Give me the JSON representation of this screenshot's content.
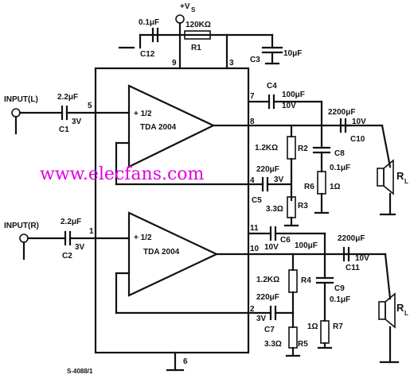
{
  "supply": {
    "label": "+V",
    "sub": "S"
  },
  "components": {
    "c12": {
      "ref": "C12",
      "value": "0.1μF"
    },
    "r1": {
      "ref": "R1",
      "value": "120KΩ"
    },
    "c3": {
      "ref": "C3",
      "value": "10μF"
    },
    "c1": {
      "ref": "C1",
      "value": "2.2μF",
      "voltage": "3V"
    },
    "c2": {
      "ref": "C2",
      "value": "2.2μF",
      "voltage": "3V"
    },
    "c4": {
      "ref": "C4",
      "value": "100μF",
      "voltage": "10V"
    },
    "c10": {
      "ref": "C10",
      "value": "2200μF",
      "voltage": "10V"
    },
    "c8": {
      "ref": "C8",
      "value": "0.1μF"
    },
    "r6": {
      "ref": "R6",
      "value": "1Ω"
    },
    "r2": {
      "ref": "R2",
      "value": "1.2KΩ"
    },
    "c5": {
      "ref": "C5",
      "value": "220μF",
      "voltage": "3V"
    },
    "r3": {
      "ref": "R3",
      "value": "3.3Ω"
    },
    "c6": {
      "ref": "C6",
      "value": "100μF",
      "voltage": "10V"
    },
    "c11": {
      "ref": "C11",
      "value": "2200μF",
      "voltage": "10V"
    },
    "c9": {
      "ref": "C9",
      "value": "0.1μF"
    },
    "r7": {
      "ref": "R7",
      "value": "1Ω"
    },
    "r4": {
      "ref": "R4",
      "value": "1.2KΩ"
    },
    "c7": {
      "ref": "C7",
      "value": "220μF",
      "voltage": "3V"
    },
    "r5": {
      "ref": "R5",
      "value": "3.3Ω"
    }
  },
  "inputs": {
    "left": "INPUT(L)",
    "right": "INPUT(R)"
  },
  "speakers": {
    "left": "R",
    "left_sub": "L",
    "right": "R",
    "right_sub": "L"
  },
  "amps": {
    "top": {
      "half": "+ 1/2",
      "name": "TDA 2004"
    },
    "bottom": {
      "half": "+ 1/2",
      "name": "TDA 2004"
    }
  },
  "pins": {
    "p1": "1",
    "p2": "2",
    "p3": "3",
    "p4": "4",
    "p5": "5",
    "p6": "6",
    "p7": "7",
    "p8": "8",
    "p9": "9",
    "p10": "10",
    "p11": "11"
  },
  "watermark": "www.elecfans.com",
  "figure_ref": "S-4088/1"
}
